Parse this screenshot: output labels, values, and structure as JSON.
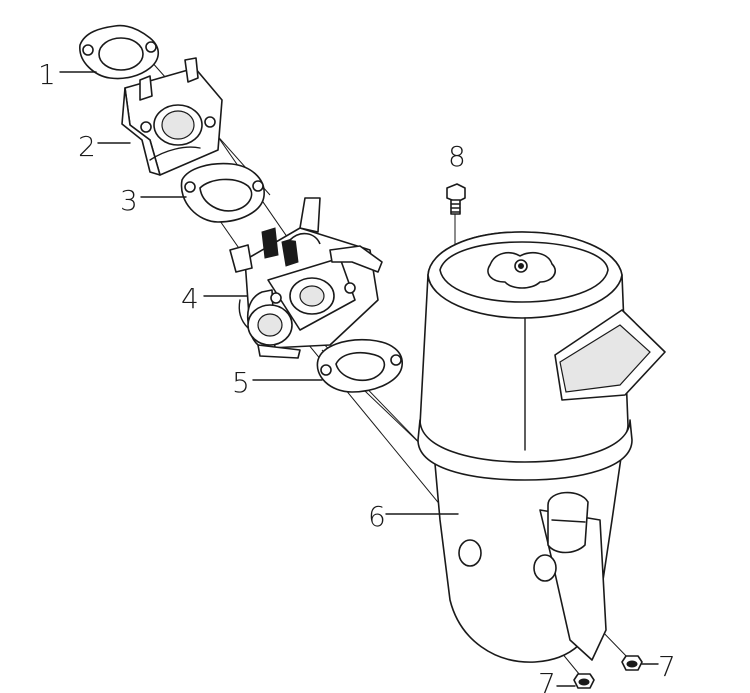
{
  "diagram": {
    "callouts": [
      {
        "id": "callout-1",
        "label": "1"
      },
      {
        "id": "callout-2",
        "label": "2"
      },
      {
        "id": "callout-3",
        "label": "3"
      },
      {
        "id": "callout-4",
        "label": "4"
      },
      {
        "id": "callout-5",
        "label": "5"
      },
      {
        "id": "callout-6",
        "label": "6"
      },
      {
        "id": "callout-7a",
        "label": "7"
      },
      {
        "id": "callout-7b",
        "label": "7"
      },
      {
        "id": "callout-8",
        "label": "8"
      }
    ]
  }
}
